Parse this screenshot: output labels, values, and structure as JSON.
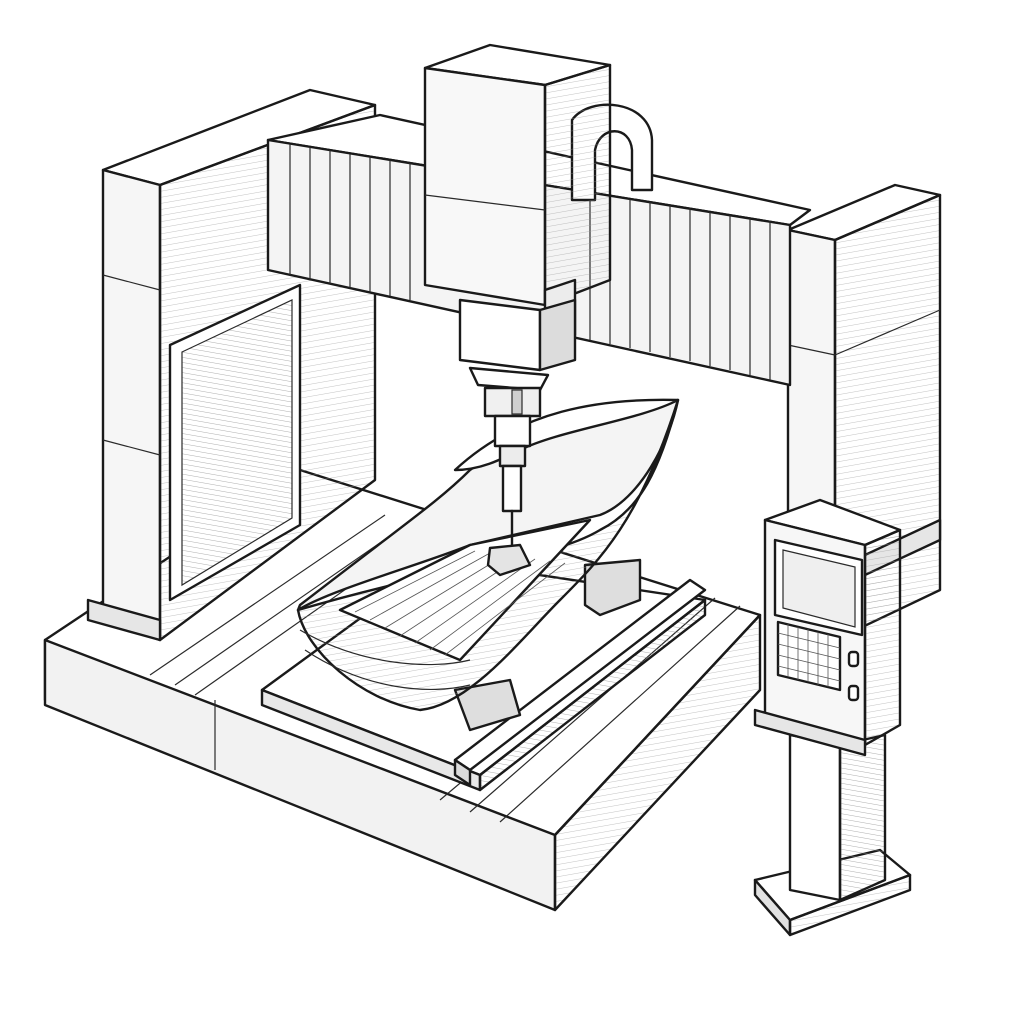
{
  "illustration": {
    "kind": "line-drawing",
    "subject": "gantry-cnc-milling-machine",
    "palette": {
      "ink": "#1a1a1a",
      "paper": "#ffffff",
      "light_shade": "#ececec",
      "mid_shade": "#d4d4d4",
      "dark_shade": "#bdbdbd"
    },
    "icons": [
      "gantry-frame",
      "spindle-head",
      "milling-tool",
      "boat-hull-workpiece",
      "control-panel",
      "keypad",
      "screen"
    ]
  }
}
